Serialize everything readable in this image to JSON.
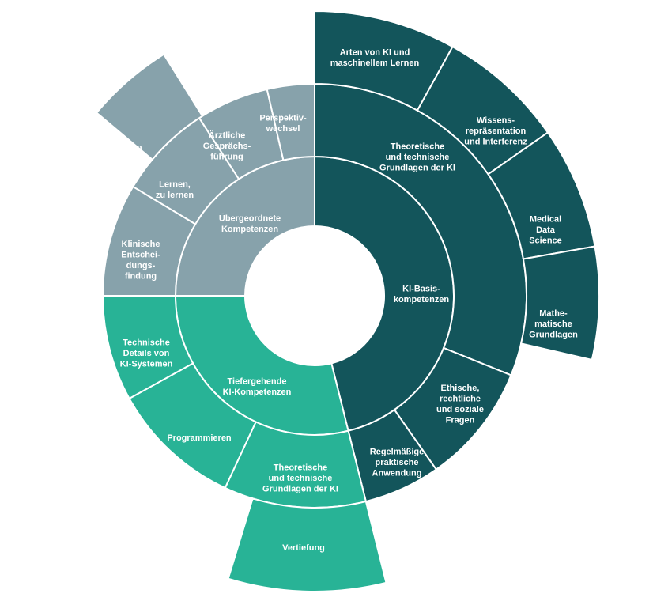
{
  "colors": {
    "ki_basis": "#13555b",
    "uebergeordnet": "#87a2ab",
    "tiefergehend": "#28b396",
    "background": "#ffffff"
  },
  "center": {
    "label": ""
  },
  "inner_ring": [
    {
      "label": "KI-Basis-\nkompetenzen"
    },
    {
      "label": "Tiefergehende\nKI-Kompetenzen"
    },
    {
      "label": "Übergeordnete\nKompetenzen"
    }
  ],
  "middle_ring": [
    {
      "label": "Theoretische\nund technische\nGrundlagen der KI"
    },
    {
      "label": "Ethische,\nrechtliche\nund soziale\nFragen"
    },
    {
      "label": "Regelmäßige\npraktische\nAnwendung"
    },
    {
      "label": "Theoretische\nund technische\nGrundlagen der KI"
    },
    {
      "label": "Programmieren"
    },
    {
      "label": "Technische\nDetails von\nKI-Systemen"
    },
    {
      "label": "Klinische\nEntschei-\ndungs-\nfindung"
    },
    {
      "label": "Lernen,\nzu lernen"
    },
    {
      "label": "Ärztliche\nGesprächs-\nführung"
    },
    {
      "label": "Perspektiv-\nwechsel"
    }
  ],
  "outer_ring": [
    {
      "label": "Arten von KI und\nmaschinellem Lernen"
    },
    {
      "label": "Wissens-\nrepräsentation\nund Interferenz"
    },
    {
      "label": "Medical\nData\nScience"
    },
    {
      "label": "Mathe-\nmatische\nGrundlagen"
    },
    {
      "label": "Vertiefung"
    },
    {
      "label": "Reflektion"
    }
  ]
}
